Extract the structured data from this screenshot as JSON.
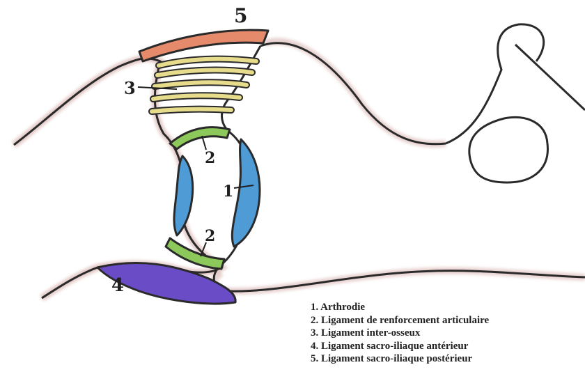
{
  "callouts": {
    "arthrodie": "1",
    "ligament_renforcement_top": "2",
    "ligament_renforcement_bottom": "2",
    "inter_osseux": "3",
    "sacro_iliaque_anterieur": "4",
    "sacro_iliaque_posterieur": "5"
  },
  "legend": {
    "items": [
      "1. Arthrodie",
      "2. Ligament de renforcement articulaire",
      "3. Ligament inter-osseux",
      "4. Ligament sacro-iliaque antérieur",
      "5. Ligament sacro-iliaque postérieur"
    ]
  },
  "colors": {
    "outline": "#2a2a2a",
    "bone_shadow": "#d8b4b0",
    "arthrodie": "#4f9bd6",
    "ligament_renforcement": "#8cc85a",
    "inter_osseux": "#e6dc8c",
    "sacro_iliaque_anterieur": "#6a4cc6",
    "sacro_iliaque_posterieur": "#e58a6a"
  }
}
